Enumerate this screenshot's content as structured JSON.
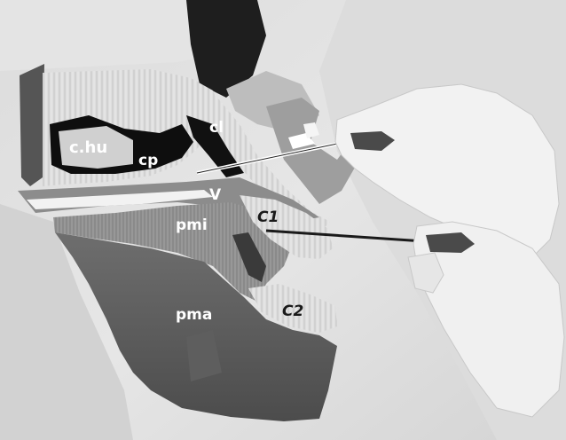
{
  "labels": {
    "chu": "c.hu",
    "cp": "cp",
    "cl": "cl",
    "v": "V",
    "pmi": "pmi",
    "c1": "C1",
    "pma": "pma",
    "c2": "C2"
  },
  "colors": {
    "background": "#e8e8e8",
    "dark_tissue": "#5a5a5a",
    "cartilage": "#d9d9d9",
    "cavity": "#111111",
    "hand": "#f0f0f0"
  }
}
